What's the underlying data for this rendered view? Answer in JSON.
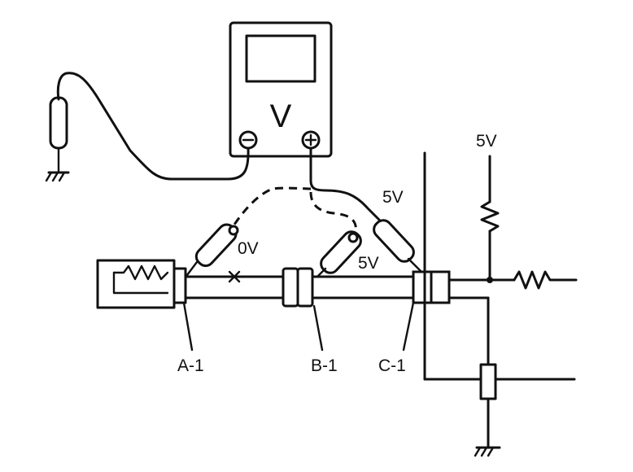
{
  "labels": {
    "a1": "A-1",
    "b1": "B-1",
    "c1": "C-1",
    "v_probe_a": "0V",
    "v_probe_b": "5V",
    "v_probe_c": "5V",
    "v_supply": "5V",
    "meter_unit": "V",
    "terminal_neg": "⊖",
    "terminal_pos": "⊕"
  },
  "icons": {
    "voltmeter": "voltmeter-icon",
    "ground": "ground-icon",
    "probe": "test-probe-icon",
    "resistor": "resistor-icon",
    "sensor": "sensor-icon"
  },
  "colors": {
    "ink": "#111111",
    "paper": "#ffffff"
  }
}
